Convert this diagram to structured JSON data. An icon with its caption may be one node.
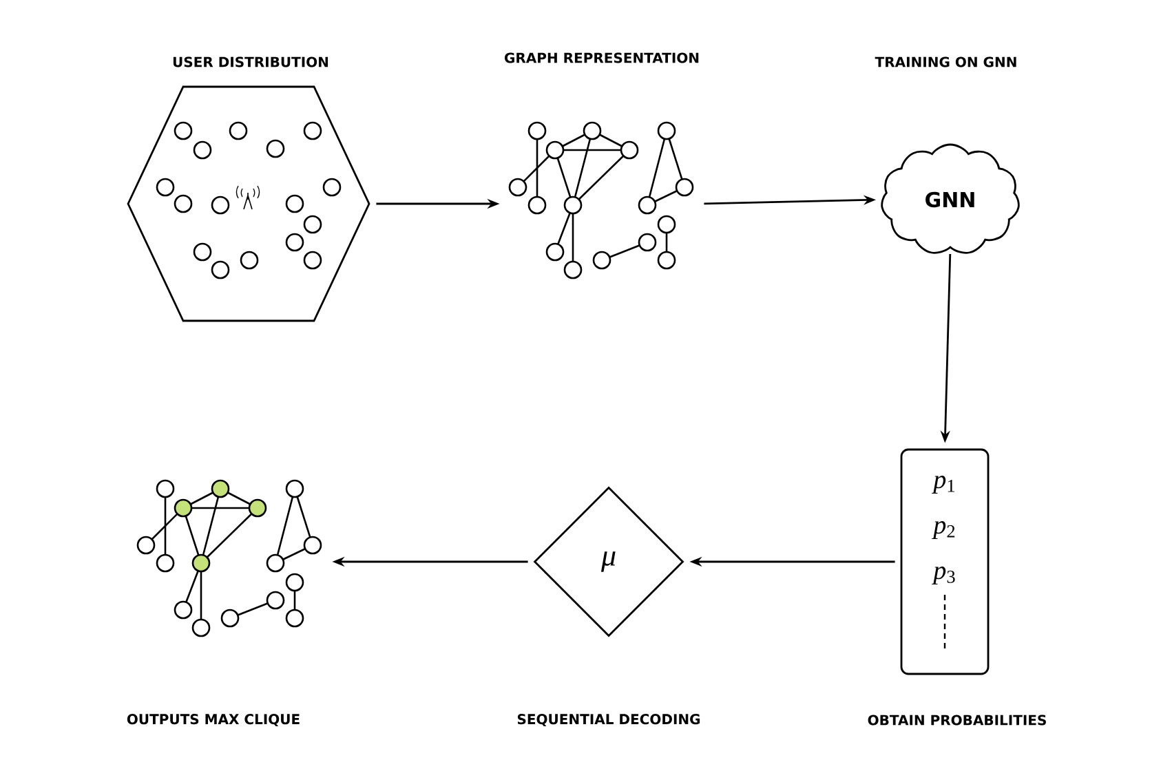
{
  "diagram": {
    "nodes": [
      {
        "text": [],
        "shape": "hexagon"
      },
      {
        "text": [],
        "shape": "picture"
      },
      {
        "text": [
          "GNN"
        ]
      },
      {
        "text": [
          "*p*$_{1}$",
          "*p*$_{2}$",
          "*p*$_{3}$"
        ]
      },
      {
        "text": [
          "μ"
        ]
      },
      {
        "text": [],
        "shape": "picture"
      }
    ],
    "edges": [
      {
        "from": 0,
        "to": 1,
        "arrow": "to"
      },
      {
        "from": 1,
        "to": 2,
        "arrow": "to"
      },
      {
        "from": 2,
        "to": 3,
        "arrow": "to"
      },
      {
        "from": 3,
        "to": 4,
        "arrow": "to"
      },
      {
        "from": 4,
        "to": 5,
        "arrow": "to"
      }
    ],
    "labels": [
      "USER DISTRIBUTION",
      "GRAPH REPRESENTATION",
      "TRAINING ON GNN",
      "OUTPUTS MAX CLIQUE",
      "SEQUENTIAL DECODING",
      "OBTAIN PROBABILITIES"
    ]
  }
}
